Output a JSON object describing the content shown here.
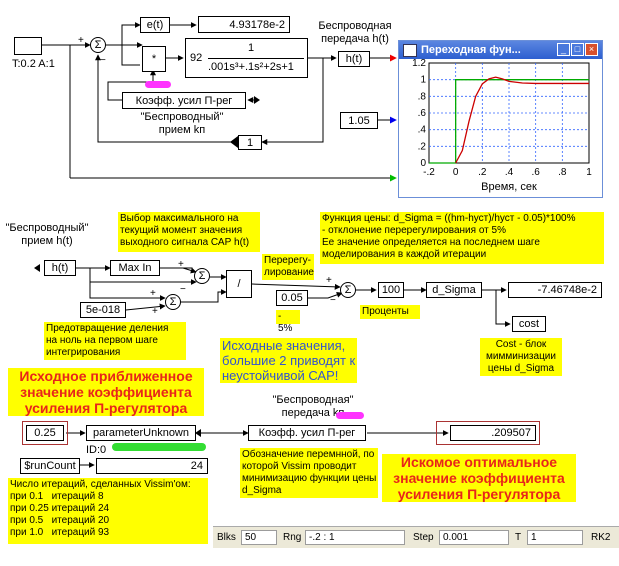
{
  "blocks": {
    "step_label": "T:0.2 A:1",
    "et": "e(t)",
    "et_value": "4.93178e-2",
    "mult": "*",
    "tf_gain": "92",
    "tf_num": "1",
    "tf_den": ".001s³+.1s²+2s+1",
    "ht": "h(t)",
    "gain_block": "Коэфф. усил П-рег",
    "gain_caption": "\"Беспроводный\"\nприем kп",
    "wireless_label": "Беспроводная\nпередача h(t)",
    "const_105": "1.05",
    "one": "1",
    "ht2": "h(t)",
    "maxin": "Max In",
    "eps": "5e-018",
    "div": "/",
    "c005": "0.05",
    "c100": "100",
    "dsigma": "d_Sigma",
    "dsigma_value": "-7.46748e-2",
    "cost": "cost",
    "c025": "0.25",
    "param": "parameterUnknown",
    "id": "ID:0",
    "gain_block2": "Коэфф. усил П-рег",
    "result": ".209507",
    "runcount": "$runCount",
    "runcount_value": "24"
  },
  "labels": {
    "wireless_receive_h": "\"Беспроводный\"\nприем h(t)",
    "overshoot": "Перерегу-\nлирование",
    "minus5": "- 5%",
    "percents": "Проценты",
    "wireless_transmit_k": "\"Беспроводная\"\nпередача kп"
  },
  "notes": {
    "max_select": "Выбор максимального на\nтекущий момент значения\nвыходного сигнала САР h(t)",
    "cost_fn": "Функция цены: d_Sigma = ((hm-hуст)/hуст - 0.05)*100%\n- отклонение перерегулирования от 5%\nЕе значение определяется на последнем шаге\nмоделирования в каждой итерации",
    "div_zero": "Предотвращение деления\nна ноль на первом шаге\nинтегрирования",
    "cost_block": "Cost - блок\nмимминизации\nцены d_Sigma",
    "var_note": "Обозначение перемнной, по\nкоторой Vissim проводит\nминимизацию функции цены\nd_Sigma",
    "iterations": "Число итераций, сделанных Vissim'ом:\nпри 0.1   итераций 8\nпри 0.25 итераций 24\nпри 0.5   итераций 20\nпри 1.0   итераций 93",
    "initial_red": "Исходное приближенное\nзначение коэффициента\nусиления П-регулятора",
    "optimal_red": "Искомое оптимальное\nзначение коэффициента\nусиления П-регулятора",
    "blue_warn": "Исходные значения,\nбольшие 2 приводят к\nнеустойчивой САР!"
  },
  "window": {
    "title": "Переходная фун...",
    "xlabel": "Время, сек"
  },
  "chart_data": {
    "type": "line",
    "title": "Переходная фун...",
    "xlabel": "Время, сек",
    "ylabel": "",
    "xlim": [
      -0.2,
      1
    ],
    "ylim": [
      0,
      1.2
    ],
    "x_ticks": [
      "-.2",
      "0",
      ".2",
      ".4",
      ".6",
      ".8",
      "1"
    ],
    "y_ticks": [
      "0",
      ".2",
      ".4",
      ".6",
      ".8",
      "1",
      "1.2"
    ],
    "grid": true,
    "series": [
      {
        "color": "#00aa00",
        "x": [
          -0.2,
          0,
          0,
          1
        ],
        "y": [
          0,
          0,
          1,
          1
        ]
      },
      {
        "color": "#cc0000",
        "x": [
          0,
          0.05,
          0.1,
          0.15,
          0.2,
          0.25,
          0.3,
          0.35,
          0.4,
          0.5,
          0.6,
          0.7,
          0.8,
          0.9,
          1.0
        ],
        "y": [
          0,
          0.15,
          0.5,
          0.8,
          0.95,
          1.01,
          1.03,
          1.01,
          0.98,
          0.96,
          0.955,
          0.955,
          0.955,
          0.955,
          0.955
        ]
      }
    ]
  },
  "status_bar": {
    "blks_label": "Blks",
    "blks_value": "50",
    "rng_label": "Rng",
    "rng_value": "-.2 : 1",
    "step_label": "Step",
    "step_value": "0.001",
    "t_label": "T",
    "t_value": "1",
    "method": "RK2"
  },
  "colors": {
    "note_bg": "#ffff00",
    "red_text": "#e8251a",
    "blue_text": "#3355cc",
    "magenta": "#ff33ff",
    "green": "#33dd33"
  }
}
